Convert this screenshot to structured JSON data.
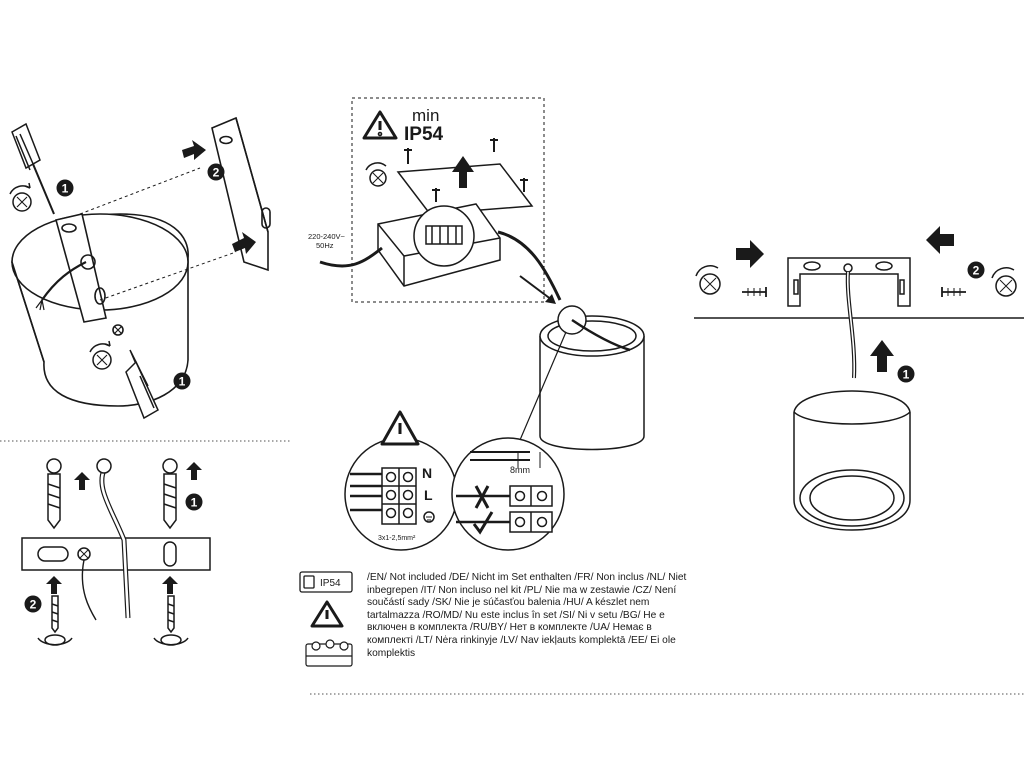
{
  "step_labels": {
    "one": "1",
    "two": "2"
  },
  "ip_rating": {
    "prefix": "min",
    "value": "IP54"
  },
  "voltage_label": {
    "line1": "220-240V~",
    "line2": "50Hz"
  },
  "terminal_labels": {
    "neutral": "N",
    "live": "L"
  },
  "cable_spec": "3x1-2,5mm²",
  "strip_length": "8mm",
  "ip_box_label": "IP54",
  "not_included_text": "/EN/ Not included /DE/ Nicht im Set enthalten /FR/ Non inclus /NL/ Niet inbegrepen /IT/ Non incluso nel kit /PL/ Nie ma w zestawie /CZ/ Není součástí sady /SK/ Nie je súčasťou balenia /HU/ A készlet nem tartalmazza /RO/MD/ Nu este inclus în set /SI/ Ni v setu /BG/ Не е включен в комплекта /RU/BY/ Нет в комплекте /UA/ Немає в комплекті /LT/ Nėra rinkinyje /LV/ Nav iekļauts komplektā /EE/ Ei ole komplektis",
  "icons": [
    "screwdriver-icon",
    "rotate-clockwise-icon",
    "arrow-right-icon",
    "arrow-up-icon",
    "warning-triangle-icon",
    "screw-icon",
    "wall-plug-icon",
    "terminal-block-icon",
    "cross-mark-icon",
    "check-mark-icon"
  ],
  "colors": {
    "line": "#1a1a1a",
    "fill": "#ffffff",
    "badge": "#1a1a1a"
  }
}
